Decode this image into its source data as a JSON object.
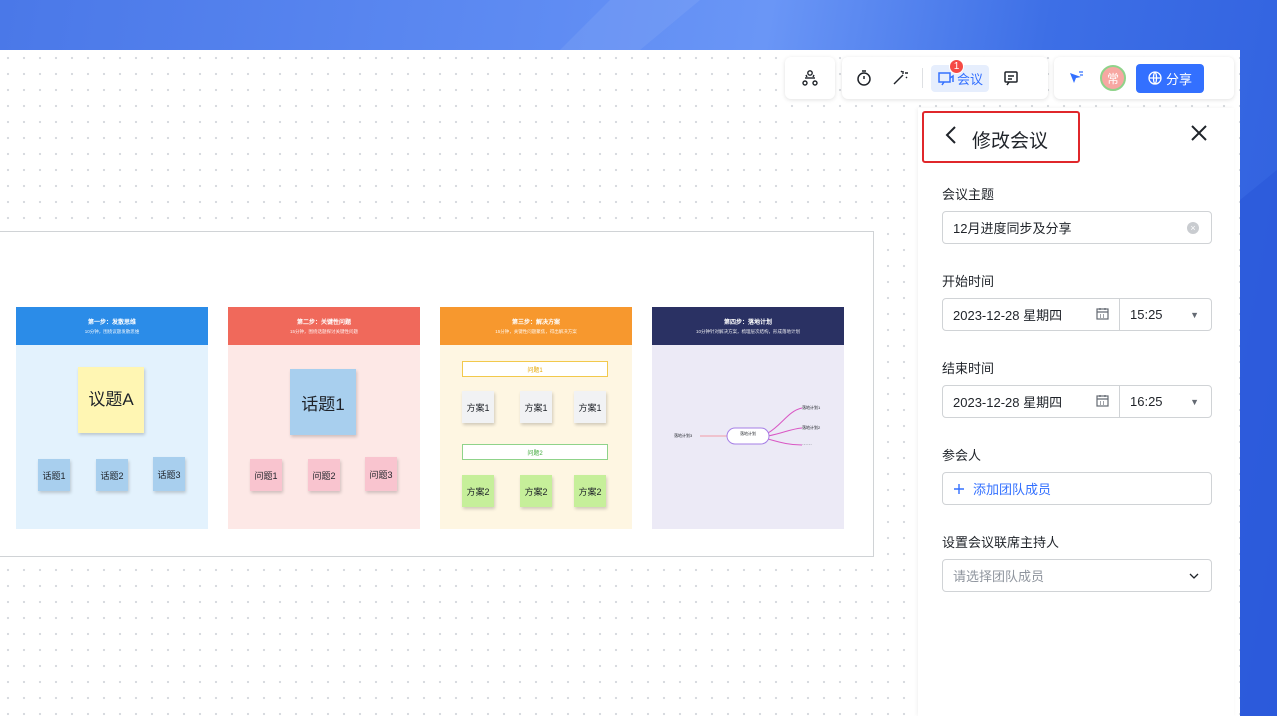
{
  "toolbar": {
    "meeting_label": "会议",
    "meeting_badge": "1",
    "avatar_text": "常",
    "share_label": "分享"
  },
  "board": {
    "columns": [
      {
        "title": "第一步：发散思维",
        "subtitle": "10分钟，围绕议题发散思维",
        "head_color": "#2b8ce8",
        "body_color": "#e3f2fd",
        "main_note": "议题A",
        "notes": [
          "话题1",
          "话题2",
          "话题3"
        ]
      },
      {
        "title": "第二步：关键性问题",
        "subtitle": "15分钟，围绕话题探讨关键性问题",
        "head_color": "#f0695b",
        "body_color": "#fde8e6",
        "main_note": "话题1",
        "notes": [
          "问题1",
          "问题2",
          "问题3"
        ]
      },
      {
        "title": "第三步：解决方案",
        "subtitle": "15分钟，关键性问题聚焦，得出解决方案",
        "head_color": "#f7982e",
        "body_color": "#fef6e2",
        "tag1": "问题1",
        "tag2": "问题2",
        "row1": [
          "方案1",
          "方案1",
          "方案1"
        ],
        "row2": [
          "方案2",
          "方案2",
          "方案2"
        ]
      },
      {
        "title": "第四步：落地计划",
        "subtitle": "10分钟针对解决方案，梳理层次结构，形成落地计划",
        "head_color": "#2a3163",
        "body_color": "#eceaf6",
        "center": "落地计划",
        "left": "落地计划3",
        "branches": [
          "落地计划1",
          "落地计划2"
        ],
        "ellipsis": "……"
      }
    ]
  },
  "panel": {
    "title": "修改会议",
    "subject_label": "会议主题",
    "subject_value": "12月进度同步及分享",
    "start_label": "开始时间",
    "start_date": "2023-12-28 星期四",
    "start_time": "15:25",
    "end_label": "结束时间",
    "end_date": "2023-12-28 星期四",
    "end_time": "16:25",
    "attendees_label": "参会人",
    "add_member": "添加团队成员",
    "host_label": "设置会议联席主持人",
    "host_placeholder": "请选择团队成员"
  }
}
